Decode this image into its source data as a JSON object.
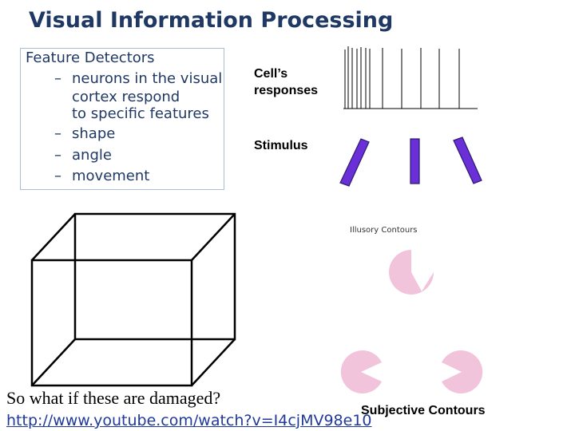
{
  "slide": {
    "title": "Visual Information Processing"
  },
  "feature_box": {
    "heading": "Feature Detectors",
    "bullets": [
      {
        "dash": "–",
        "lines": [
          "neurons in the visual",
          "cortex          respond",
          "to specific features"
        ]
      },
      {
        "dash": "–",
        "lines": [
          "shape"
        ]
      },
      {
        "dash": "–",
        "lines": [
          "angle"
        ]
      },
      {
        "dash": "–",
        "lines": [
          "movement"
        ]
      }
    ]
  },
  "labels": {
    "cell_responses": "Cell’s responses",
    "stimulus": "Stimulus",
    "illusory_contours": "Illusory Contours",
    "subjective_contours": "Subjective Contours",
    "question": "So what if these are damaged?",
    "link": "http://www.youtube.com/watch?v=I4cjMV98e10"
  },
  "colors": {
    "title": "#1f3864",
    "stimulus_bar": "#6a2fd6",
    "pacman": "#f2c4db",
    "link": "#1f3a9a",
    "box_border": "#a9bfd9"
  }
}
